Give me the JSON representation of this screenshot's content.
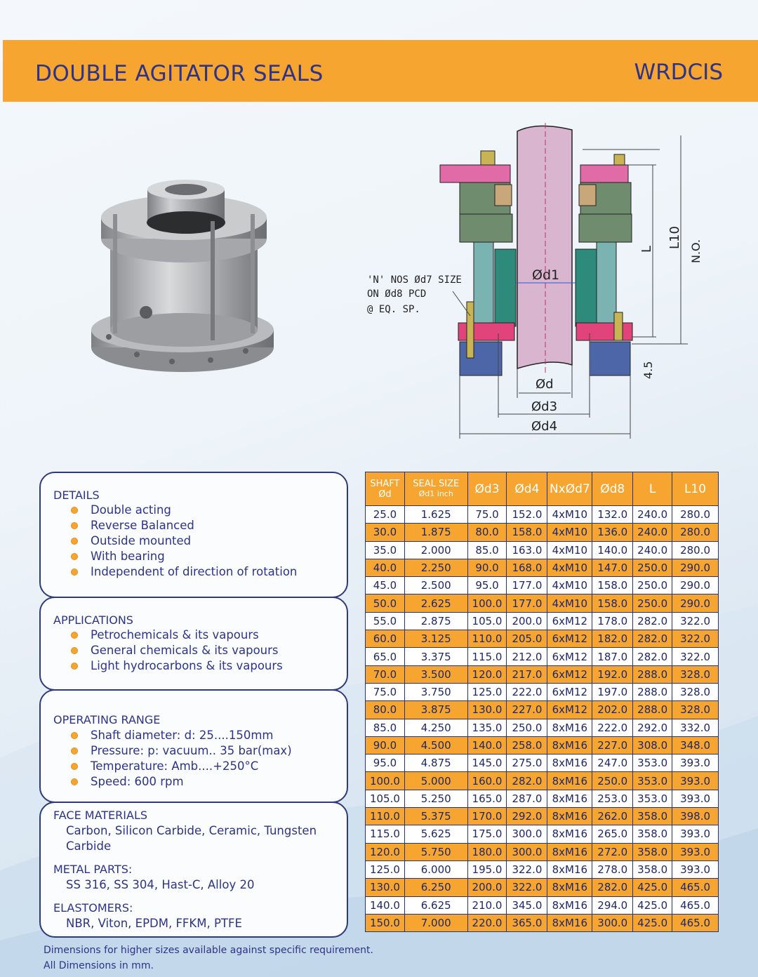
{
  "header": {
    "title": "DOUBLE AGITATOR SEALS",
    "code": "WRDCIS"
  },
  "drawing": {
    "callout_line1": "'N' NOS Ød7 SIZE",
    "callout_line2": "ON Ød8 PCD",
    "callout_line3": "@ EQ. SP.",
    "label_d1": "Ød1",
    "label_d": "Ød",
    "label_d3": "Ød3",
    "label_d4": "Ød4",
    "label_L": "L",
    "label_L10": "L10",
    "label_NO": "N.O.",
    "label_gap": "4.5"
  },
  "details": {
    "heading": "DETAILS",
    "items": [
      "Double acting",
      "Reverse Balanced",
      "Outside mounted",
      "With bearing",
      "Independent of direction of rotation"
    ]
  },
  "applications": {
    "heading": "APPLICATIONS",
    "items": [
      "Petrochemicals & its vapours",
      "General chemicals & its vapours",
      "Light hydrocarbons & its vapours"
    ]
  },
  "operating": {
    "heading": "OPERATING RANGE",
    "items": [
      "Shaft diameter: d: 25....150mm",
      "Pressure: p: vacuum.. 35 bar(max)",
      "Temperature: Amb....+250°C",
      "Speed: 600 rpm"
    ]
  },
  "materials": {
    "face_heading": "FACE MATERIALS",
    "face_line1": "Carbon, Silicon Carbide, Ceramic, Tungsten",
    "face_line2": "Carbide",
    "metal_heading": "METAL PARTS:",
    "metal_text": "SS 316, SS 304, Hast-C, Alloy 20",
    "elast_heading": "ELASTOMERS:",
    "elast_text": "NBR, Viton, EPDM, FFKM, PTFE"
  },
  "table": {
    "headers": {
      "shaft_line1": "SHAFT",
      "shaft_line2": "Ød",
      "seal_line1": "SEAL SIZE",
      "seal_line2": "Ød1  inch",
      "d3": "Ød3",
      "d4": "Ød4",
      "nd7": "NxØd7",
      "d8": "Ød8",
      "L": "L",
      "L10": "L10"
    },
    "rows": [
      [
        "25.0",
        "1.625",
        "75.0",
        "152.0",
        "4xM10",
        "132.0",
        "240.0",
        "280.0"
      ],
      [
        "30.0",
        "1.875",
        "80.0",
        "158.0",
        "4xM10",
        "136.0",
        "240.0",
        "280.0"
      ],
      [
        "35.0",
        "2.000",
        "85.0",
        "163.0",
        "4xM10",
        "140.0",
        "240.0",
        "280.0"
      ],
      [
        "40.0",
        "2.250",
        "90.0",
        "168.0",
        "4xM10",
        "147.0",
        "250.0",
        "290.0"
      ],
      [
        "45.0",
        "2.500",
        "95.0",
        "177.0",
        "4xM10",
        "158.0",
        "250.0",
        "290.0"
      ],
      [
        "50.0",
        "2.625",
        "100.0",
        "177.0",
        "4xM10",
        "158.0",
        "250.0",
        "290.0"
      ],
      [
        "55.0",
        "2.875",
        "105.0",
        "200.0",
        "6xM12",
        "178.0",
        "282.0",
        "322.0"
      ],
      [
        "60.0",
        "3.125",
        "110.0",
        "205.0",
        "6xM12",
        "182.0",
        "282.0",
        "322.0"
      ],
      [
        "65.0",
        "3.375",
        "115.0",
        "212.0",
        "6xM12",
        "187.0",
        "282.0",
        "322.0"
      ],
      [
        "70.0",
        "3.500",
        "120.0",
        "217.0",
        "6xM12",
        "192.0",
        "288.0",
        "328.0"
      ],
      [
        "75.0",
        "3.750",
        "125.0",
        "222.0",
        "6xM12",
        "197.0",
        "288.0",
        "328.0"
      ],
      [
        "80.0",
        "3.875",
        "130.0",
        "227.0",
        "6xM12",
        "202.0",
        "288.0",
        "328.0"
      ],
      [
        "85.0",
        "4.250",
        "135.0",
        "250.0",
        "8xM16",
        "222.0",
        "292.0",
        "332.0"
      ],
      [
        "90.0",
        "4.500",
        "140.0",
        "258.0",
        "8xM16",
        "227.0",
        "308.0",
        "348.0"
      ],
      [
        "95.0",
        "4.875",
        "145.0",
        "275.0",
        "8xM16",
        "247.0",
        "353.0",
        "393.0"
      ],
      [
        "100.0",
        "5.000",
        "160.0",
        "282.0",
        "8xM16",
        "250.0",
        "353.0",
        "393.0"
      ],
      [
        "105.0",
        "5.250",
        "165.0",
        "287.0",
        "8xM16",
        "253.0",
        "353.0",
        "393.0"
      ],
      [
        "110.0",
        "5.375",
        "170.0",
        "292.0",
        "8xM16",
        "262.0",
        "358.0",
        "398.0"
      ],
      [
        "115.0",
        "5.625",
        "175.0",
        "300.0",
        "8xM16",
        "265.0",
        "358.0",
        "393.0"
      ],
      [
        "120.0",
        "5.750",
        "180.0",
        "300.0",
        "8xM16",
        "272.0",
        "358.0",
        "393.0"
      ],
      [
        "125.0",
        "6.000",
        "195.0",
        "322.0",
        "8xM16",
        "278.0",
        "358.0",
        "393.0"
      ],
      [
        "130.0",
        "6.250",
        "200.0",
        "322.0",
        "8xM16",
        "282.0",
        "425.0",
        "465.0"
      ],
      [
        "140.0",
        "6.625",
        "210.0",
        "345.0",
        "8xM16",
        "294.0",
        "425.0",
        "465.0"
      ],
      [
        "150.0",
        "7.000",
        "220.0",
        "365.0",
        "8xM16",
        "300.0",
        "425.0",
        "465.0"
      ]
    ]
  },
  "footer": {
    "line1": "Dimensions for higher sizes available against specific requirement.",
    "line2": "All Dimensions in mm."
  },
  "colors": {
    "accent": "#f6a531",
    "text": "#2d3387",
    "border": "#2a3472"
  }
}
